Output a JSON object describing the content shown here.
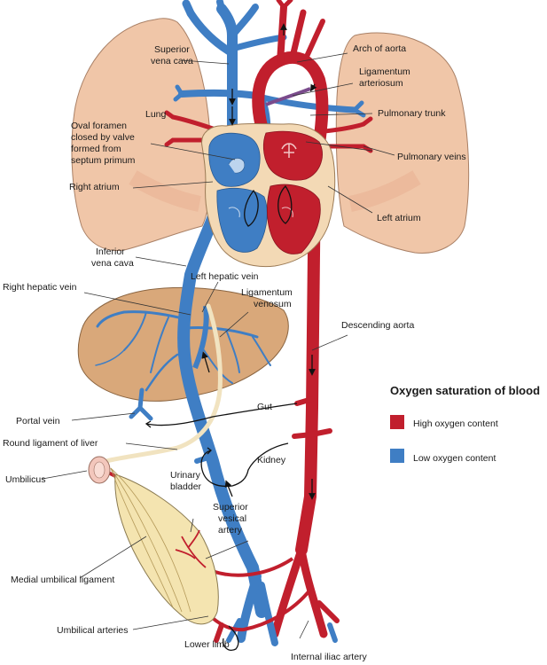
{
  "colors": {
    "high_oxygen": "#c11f2d",
    "low_oxygen": "#3f7ec4",
    "lung": "#f0c6a8",
    "liver": "#d9a87a",
    "heart_wall": "#f3d9b5",
    "bladder": "#f4e4b0"
  },
  "labels": {
    "superior_vena_cava": [
      "Superior",
      "vena cava"
    ],
    "arch_of_aorta": "Arch of aorta",
    "ligamentum_arteriosum": [
      "Ligamentum",
      "arteriosum"
    ],
    "lung": "Lung",
    "pulmonary_trunk": "Pulmonary trunk",
    "oval_foramen": [
      "Oval foramen",
      "closed by valve",
      "formed from",
      "septum primum"
    ],
    "pulmonary_veins": "Pulmonary veins",
    "right_atrium": "Right atrium",
    "left_atrium": "Left atrium",
    "inferior_vena_cava": [
      "Inferior",
      "vena cava"
    ],
    "left_hepatic_vein": "Left hepatic vein",
    "right_hepatic_vein": "Right hepatic vein",
    "ligamentum_venosum": [
      "Ligamentum",
      "venosum"
    ],
    "descending_aorta": "Descending aorta",
    "gut": "Gut",
    "portal_vein": "Portal vein",
    "round_ligament": "Round ligament of liver",
    "kidney": "Kidney",
    "urinary_bladder": [
      "Urinary",
      "bladder"
    ],
    "umbilicus": "Umbilicus",
    "superior_vesical_artery": [
      "Superior",
      "vesical",
      "artery"
    ],
    "medial_umbilical_ligament": "Medial umbilical ligament",
    "umbilical_arteries": "Umbilical arteries",
    "lower_limb": "Lower limb",
    "internal_iliac_artery": "Internal iliac artery"
  },
  "legend": {
    "title": "Oxygen saturation of blood",
    "items": [
      {
        "label": "High oxygen content",
        "color": "#c11f2d"
      },
      {
        "label": "Low oxygen content",
        "color": "#3f7ec4"
      }
    ]
  }
}
